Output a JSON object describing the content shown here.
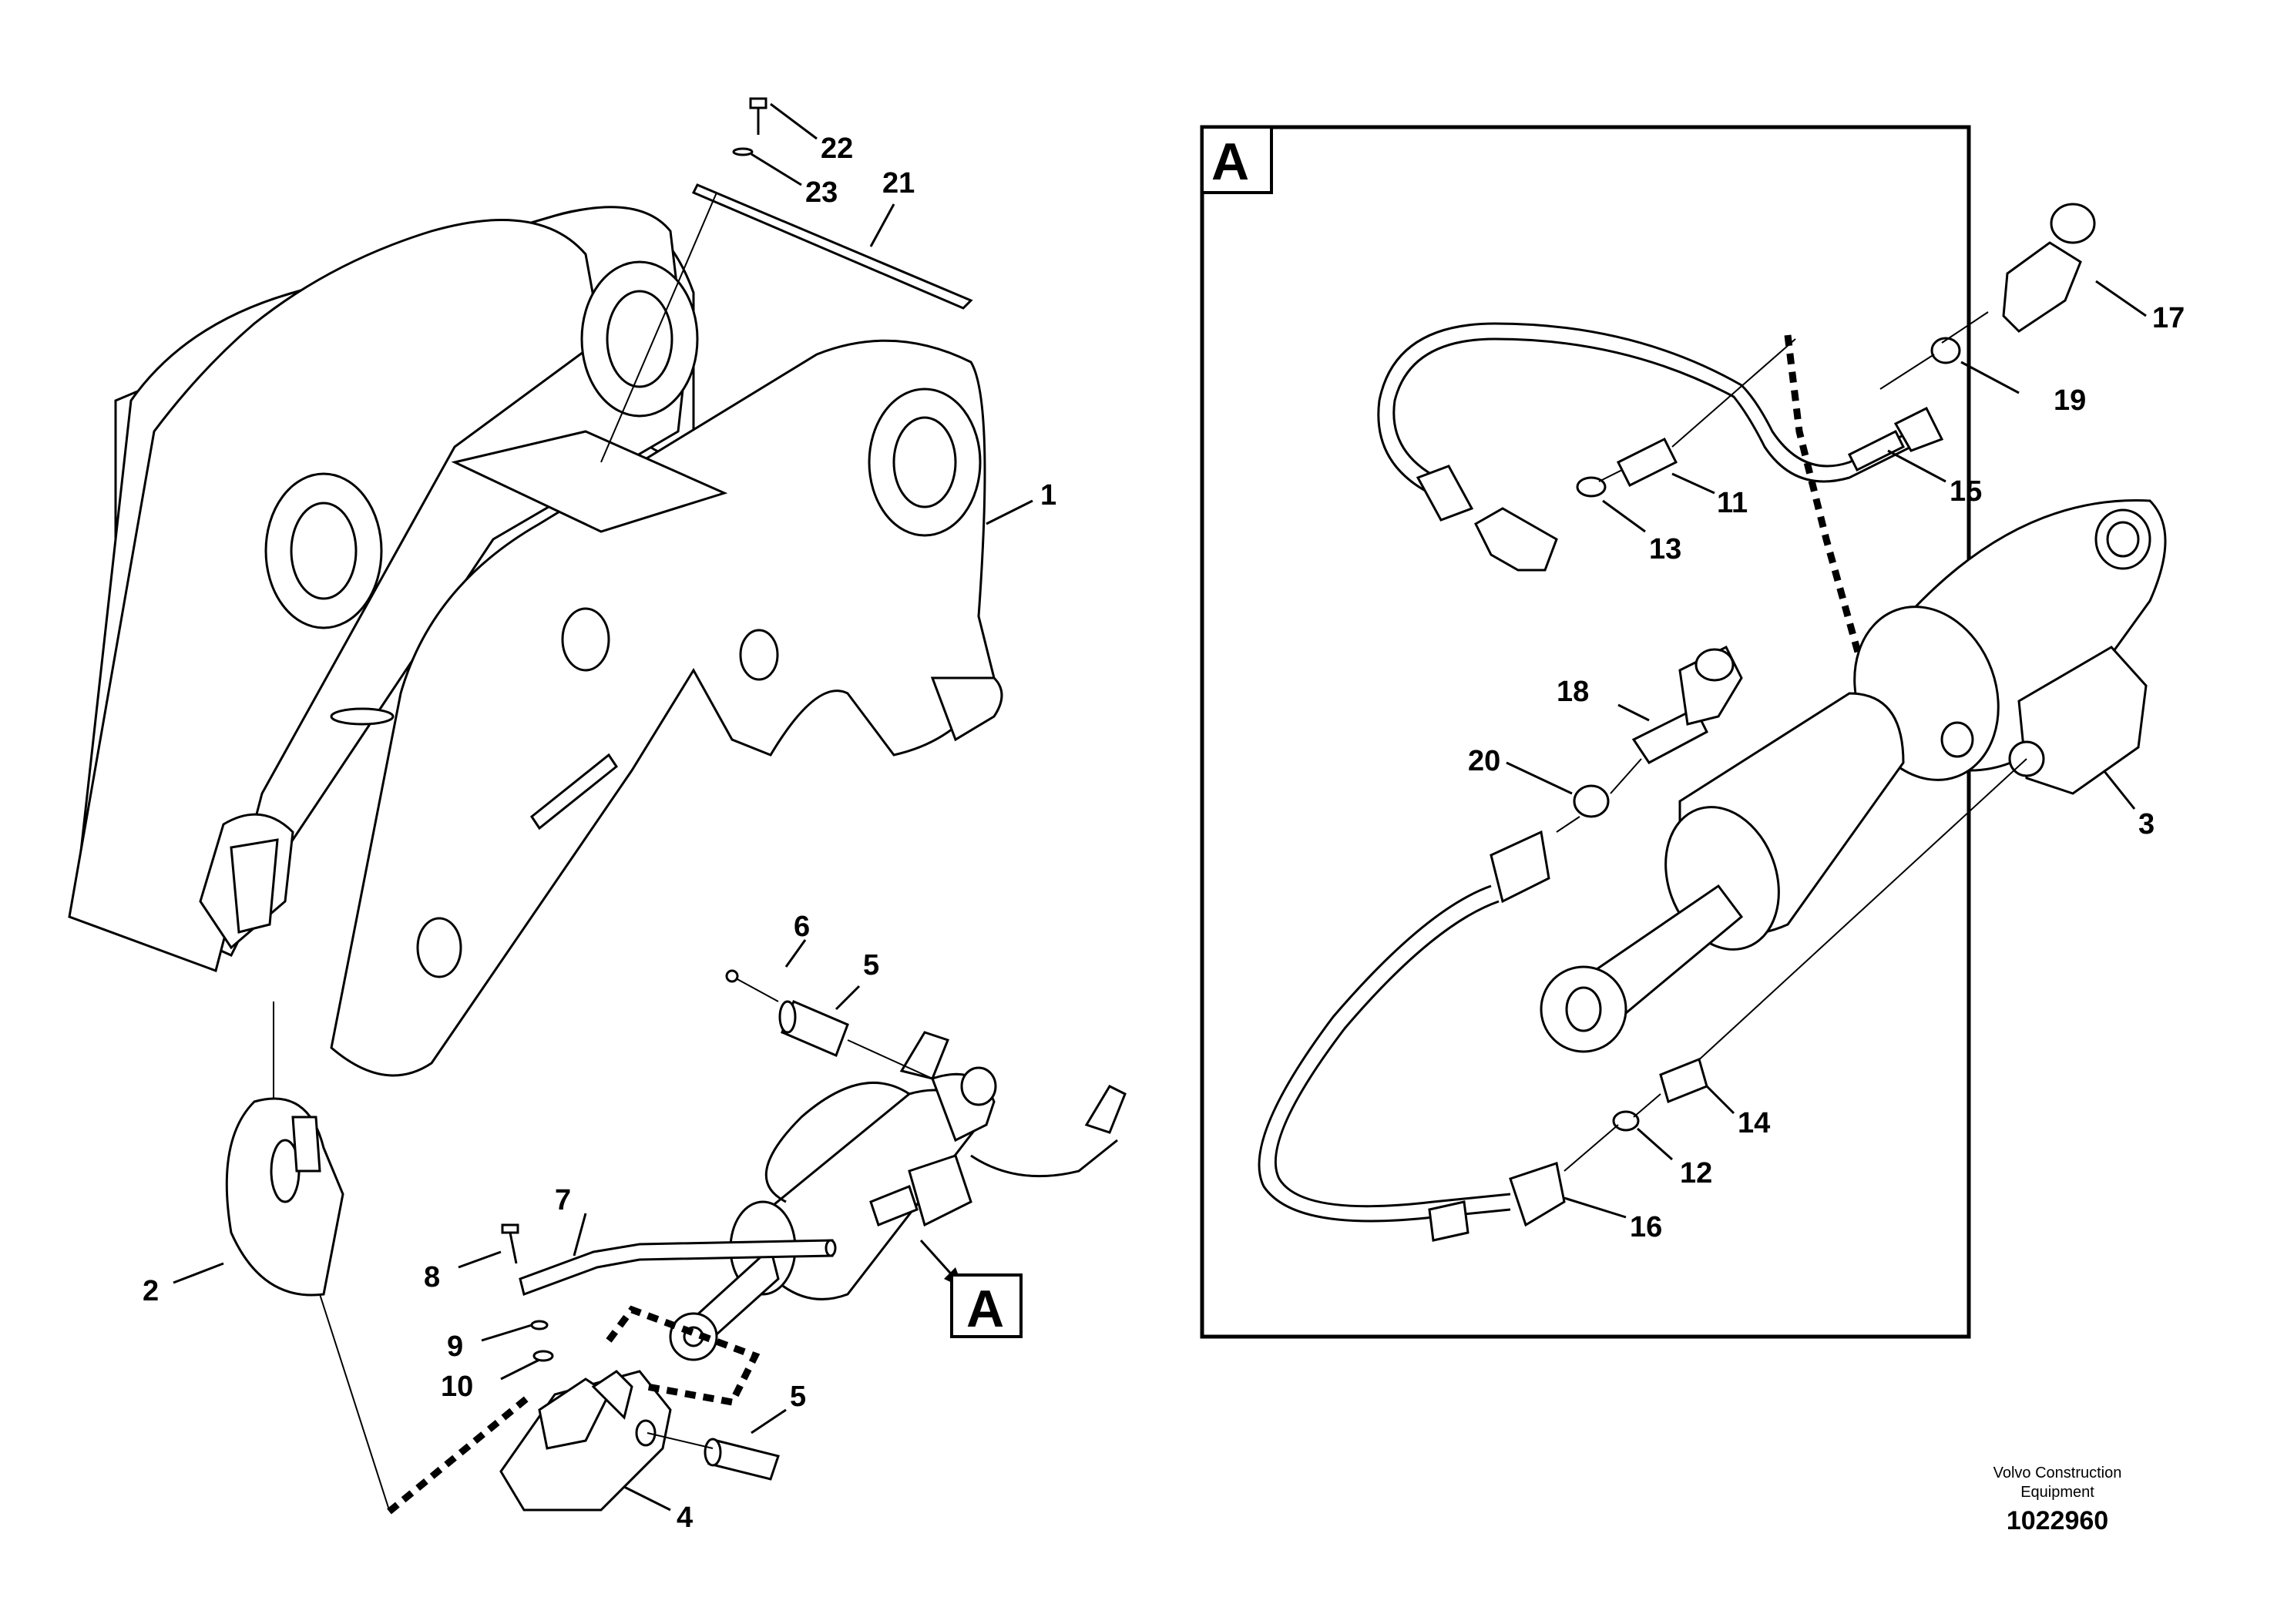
{
  "labels": {
    "l1": "1",
    "l2": "2",
    "l3": "3",
    "l4": "4",
    "l5a": "5",
    "l5b": "5",
    "l6": "6",
    "l7": "7",
    "l8": "8",
    "l9": "9",
    "l10": "10",
    "l11": "11",
    "l12": "12",
    "l13": "13",
    "l14": "14",
    "l15": "15",
    "l16": "16",
    "l17": "17",
    "l18": "18",
    "l19": "19",
    "l20": "20",
    "l21": "21",
    "l22": "22",
    "l23": "23"
  },
  "inset": {
    "letter": "A",
    "callout_letter": "A"
  },
  "footer": {
    "company_line1": "Volvo Construction",
    "company_line2": "Equipment",
    "drawing_number": "1022960"
  }
}
